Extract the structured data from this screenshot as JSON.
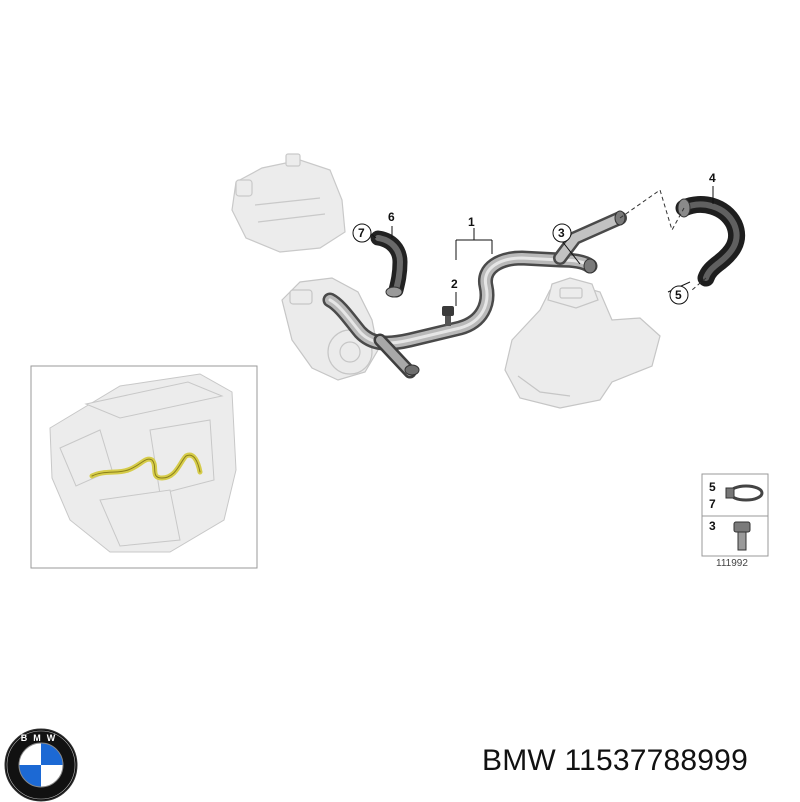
{
  "callouts": {
    "c1": "1",
    "c2": "2",
    "c3": "3",
    "c4": "4",
    "c5": "5",
    "c6": "6",
    "c7": "7"
  },
  "legend": {
    "row1_top": "5",
    "row1_bottom": "7",
    "row2": "3",
    "code": "111992"
  },
  "logo": {
    "text": "BMW",
    "colors": {
      "blue": "#1c69d4",
      "white": "#ffffff",
      "ring": "#111111"
    }
  },
  "footer": {
    "part_text": "BMW 11537788999"
  }
}
